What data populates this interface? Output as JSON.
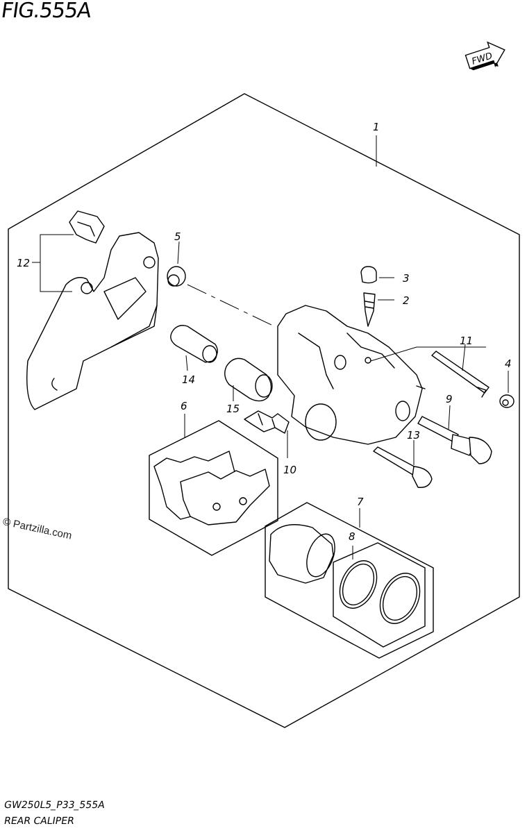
{
  "figure": {
    "title": "FIG.555A",
    "model_code": "GW250L5_P33_555A",
    "assembly_name": "REAR CALIPER",
    "watermark": "© Partzilla.com",
    "direction_tag": "FWD"
  },
  "callouts": [
    {
      "id": "1"
    },
    {
      "id": "2"
    },
    {
      "id": "3"
    },
    {
      "id": "4"
    },
    {
      "id": "5"
    },
    {
      "id": "6"
    },
    {
      "id": "7"
    },
    {
      "id": "8"
    },
    {
      "id": "9"
    },
    {
      "id": "10"
    },
    {
      "id": "11"
    },
    {
      "id": "12"
    },
    {
      "id": "13"
    },
    {
      "id": "14"
    },
    {
      "id": "15"
    }
  ]
}
